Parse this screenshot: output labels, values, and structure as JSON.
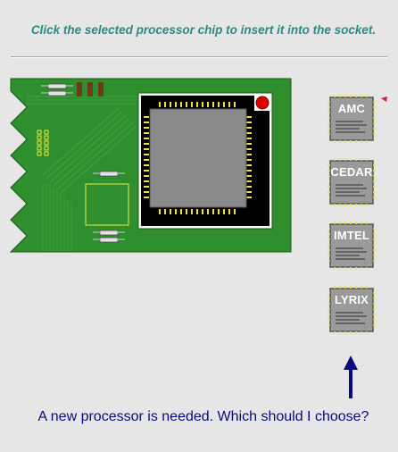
{
  "instruction": "Click the selected processor chip to insert it into the socket.",
  "question": "A new processor is needed.  Which should I choose?",
  "colors": {
    "board": "#2f8f2f",
    "instruction_text": "#2a8c80",
    "question_text": "#0a0a80",
    "chip_body": "#9a9a9a",
    "chip_pins": "#f0e040",
    "socket": "#000000",
    "socket_marker": "#e00000"
  },
  "chips": [
    {
      "label": "AMC"
    },
    {
      "label": "CEDAR"
    },
    {
      "label": "IMTEL"
    },
    {
      "label": "LYRIX"
    }
  ],
  "icons": {
    "arrow": "up-arrow-icon",
    "pointer": "triangle-pointer-icon",
    "marker": "red-dot-icon"
  }
}
